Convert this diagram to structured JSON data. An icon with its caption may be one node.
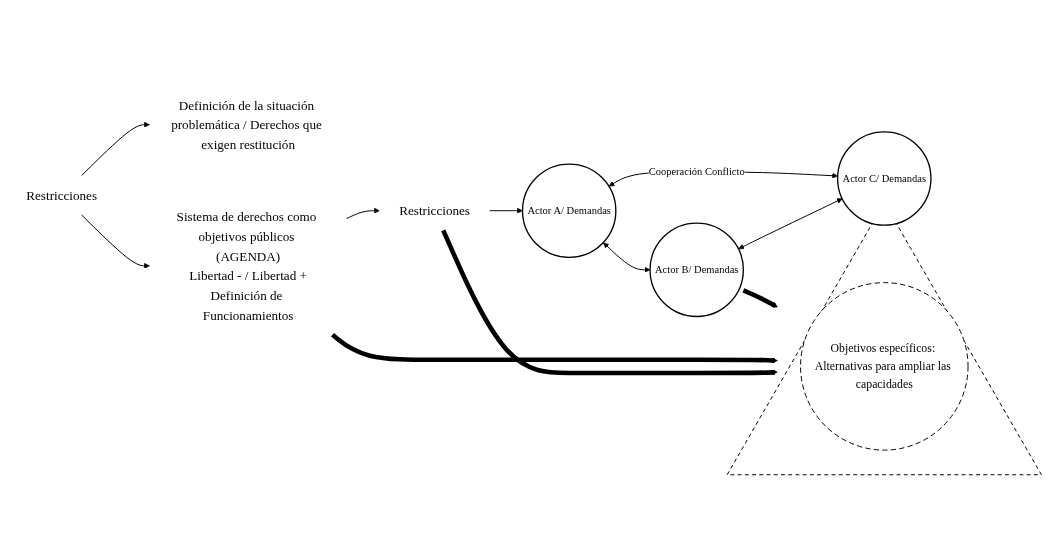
{
  "diagram": {
    "nodes": [
      {
        "text": [
          "Restricciones"
        ]
      },
      {
        "text": [
          "Definición de la situación problemática / Derechos que exigen restitución"
        ]
      },
      {
        "text": [
          "Actor A/ Demandas"
        ]
      },
      {
        "text": [
          "Actor B/ Demandas"
        ]
      },
      {
        "text": [
          "Actor C/ Demandas"
        ]
      },
      {
        "text": [],
        "shape": "triangle"
      },
      {
        "text": [
          "Objetivos específicos: Alternativas para ampliar las capacidades"
        ],
        "in": 5
      },
      {
        "text": [
          "Sistema de derechos como objetivos públicos (AGENDA)",
          "Libertad - / Libertad +",
          "Definición de Funcionamientos"
        ]
      },
      {
        "text": [
          "Restricciones"
        ]
      }
    ],
    "edges": [
      {
        "from": 0,
        "to": 1,
        "arrow": "to"
      },
      {
        "from": 0,
        "to": 7,
        "arrow": "to"
      },
      {
        "from": 2,
        "to": 3,
        "arrow": "both"
      },
      {
        "from": 2,
        "to": 4,
        "label": "Cooperación Conflicto",
        "arrow": "both"
      },
      {
        "from": 3,
        "to": 4,
        "arrow": "both"
      },
      {
        "from": 3,
        "to": 5,
        "arrow": "to",
        "style": "thick"
      },
      {
        "from": 7,
        "to": 5,
        "arrow": "to",
        "style": "thick"
      },
      {
        "from": 8,
        "to": 5,
        "arrow": "to",
        "style": "thick"
      },
      {
        "from": 7,
        "to": 8,
        "arrow": "to"
      },
      {
        "from": 8,
        "to": 2,
        "arrow": "to"
      }
    ]
  }
}
